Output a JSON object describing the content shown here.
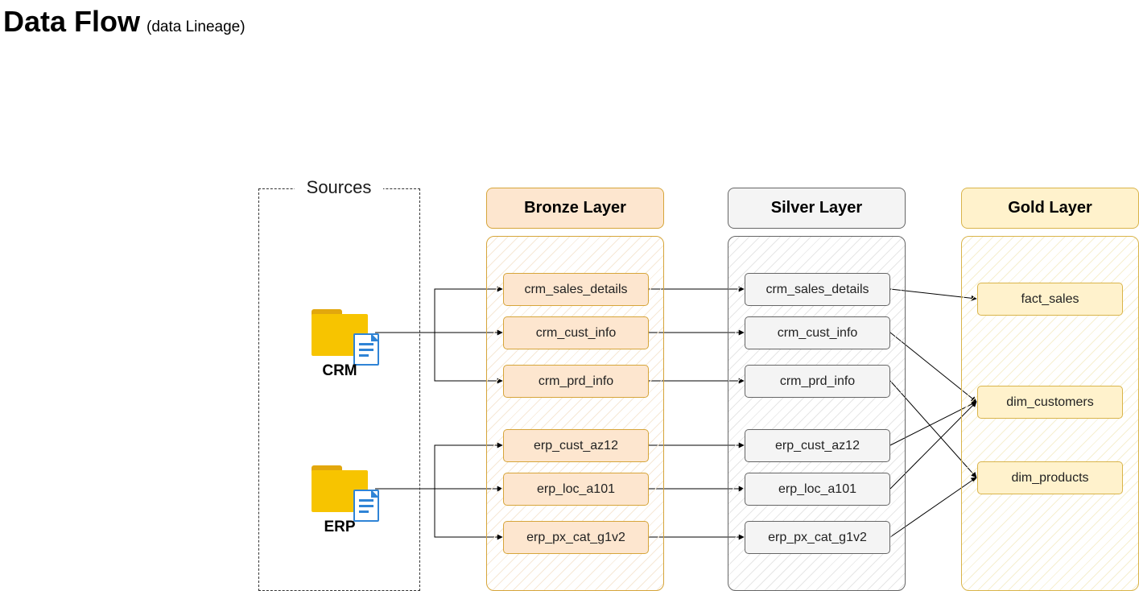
{
  "title": {
    "main": "Data Flow",
    "subtitle": "(data Lineage)"
  },
  "colors": {
    "bronze_fill": "#fde6cf",
    "bronze_border": "#d6a53a",
    "silver_fill": "#f4f4f4",
    "silver_border": "#666666",
    "gold_fill": "#fff2cc",
    "gold_border": "#d9b44a",
    "folder_yellow": "#f7c400",
    "folder_tab": "#e2a70d",
    "doc_blue": "#2f84d6",
    "arrow": "#000000"
  },
  "sources": {
    "title": "Sources",
    "items": [
      {
        "id": "crm",
        "label": "CRM",
        "icon": "folder-document-icon"
      },
      {
        "id": "erp",
        "label": "ERP",
        "icon": "folder-document-icon"
      }
    ]
  },
  "layers": {
    "bronze": {
      "label": "Bronze Layer",
      "tables": [
        "crm_sales_details",
        "crm_cust_info",
        "crm_prd_info",
        "erp_cust_az12",
        "erp_loc_a101",
        "erp_px_cat_g1v2"
      ]
    },
    "silver": {
      "label": "Silver Layer",
      "tables": [
        "crm_sales_details",
        "crm_cust_info",
        "crm_prd_info",
        "erp_cust_az12",
        "erp_loc_a101",
        "erp_px_cat_g1v2"
      ]
    },
    "gold": {
      "label": "Gold Layer",
      "tables": [
        "fact_sales",
        "dim_customers",
        "dim_products"
      ]
    }
  },
  "flows": {
    "source_to_bronze": [
      {
        "from": "crm",
        "to": 0
      },
      {
        "from": "crm",
        "to": 1
      },
      {
        "from": "crm",
        "to": 2
      },
      {
        "from": "erp",
        "to": 3
      },
      {
        "from": "erp",
        "to": 4
      },
      {
        "from": "erp",
        "to": 5
      }
    ],
    "bronze_to_silver": [
      [
        0,
        0
      ],
      [
        1,
        1
      ],
      [
        2,
        2
      ],
      [
        3,
        3
      ],
      [
        4,
        4
      ],
      [
        5,
        5
      ]
    ],
    "silver_to_gold": [
      [
        0,
        0
      ],
      [
        1,
        1
      ],
      [
        2,
        2
      ],
      [
        3,
        1
      ],
      [
        4,
        1
      ],
      [
        5,
        2
      ]
    ]
  }
}
